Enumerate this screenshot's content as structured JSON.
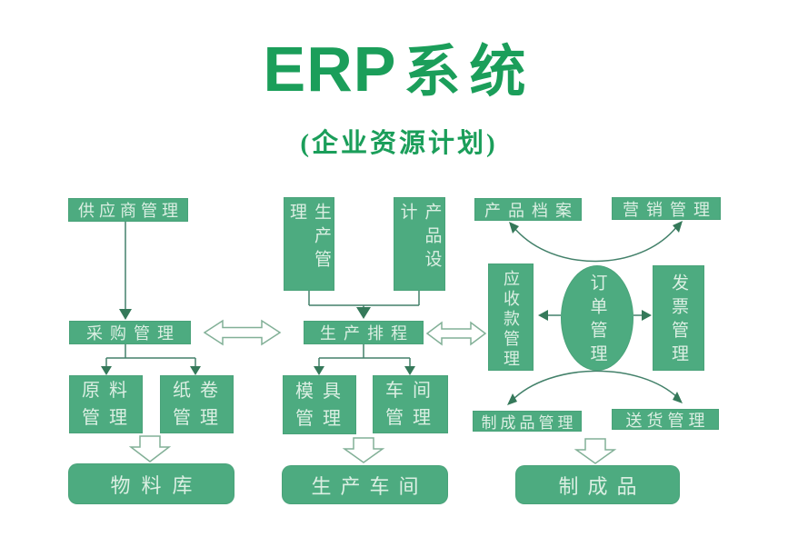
{
  "title": {
    "latin": "ERP",
    "cjk": "系统",
    "subtitle": "(企业资源计划)"
  },
  "colors": {
    "box_fill": "#4dab80",
    "box_text": "#dcefe3",
    "title_green": "#1b9e5a",
    "connector": "#43816a",
    "arrowhead": "#35795a",
    "hollow_arrow_outline": "#82b097",
    "background": "#ffffff"
  },
  "nodes": {
    "supplier": {
      "label": "供应商管理"
    },
    "purchasing": {
      "label": "采购管理"
    },
    "raw_material": {
      "label": "原料管理"
    },
    "paper_roll": {
      "label": "纸卷管理"
    },
    "material_warehouse": {
      "label": "物料库"
    },
    "production_mgmt": {
      "label": "生产管理"
    },
    "product_design": {
      "label": "产品设计"
    },
    "production_scheduling": {
      "label": "生产排程"
    },
    "mold_mgmt": {
      "label": "模具管理"
    },
    "workshop_mgmt": {
      "label": "车间管理"
    },
    "production_workshop": {
      "label": "生产车间"
    },
    "product_archive": {
      "label": "产品档案"
    },
    "marketing": {
      "label": "营销管理"
    },
    "receivables": {
      "label": "应收款管理"
    },
    "order_mgmt": {
      "label": "订单管理"
    },
    "invoice": {
      "label": "发票管理"
    },
    "finished_product_mgmt": {
      "label": "制成品管理"
    },
    "delivery": {
      "label": "送货管理"
    },
    "finished_products": {
      "label": "制成品"
    }
  }
}
